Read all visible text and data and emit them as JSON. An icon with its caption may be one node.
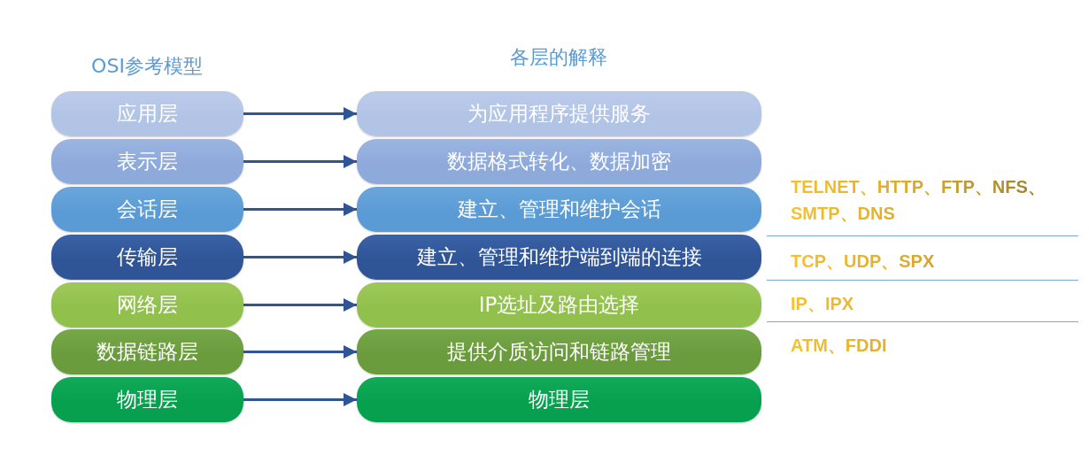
{
  "diagram": {
    "nodes": [
      {
        "text": [
          "应用层"
        ]
      },
      {
        "text": [
          "为应用程序提供服务"
        ]
      },
      {
        "text": [
          "表示层"
        ]
      },
      {
        "text": [
          "数据格式转化、数据加密"
        ]
      },
      {
        "text": [
          "会话层"
        ]
      },
      {
        "text": [
          "建立、管理和维护会话"
        ]
      },
      {
        "text": [
          "传输层"
        ]
      },
      {
        "text": [
          "建立、管理和维护端到端的连接"
        ]
      },
      {
        "text": [
          "网络层"
        ]
      },
      {
        "text": [
          "IP选址及路由选择"
        ]
      },
      {
        "text": [
          "数据链路层"
        ]
      },
      {
        "text": [
          "提供介质访问和链路管理"
        ]
      },
      {
        "text": [
          "物理层"
        ]
      },
      {
        "text": [
          "物理层"
        ]
      }
    ],
    "edges": [
      {
        "from": 0,
        "to": 1,
        "arrow": "to"
      },
      {
        "from": 2,
        "to": 3,
        "arrow": "to"
      },
      {
        "from": 4,
        "to": 5,
        "arrow": "to"
      },
      {
        "from": 6,
        "to": 7,
        "arrow": "to"
      },
      {
        "from": 8,
        "to": 9,
        "arrow": "to"
      },
      {
        "from": 10,
        "to": 11,
        "arrow": "to"
      },
      {
        "from": 12,
        "to": 13,
        "arrow": "to"
      }
    ],
    "labels": [
      "OSI参考模型",
      "各层的解释",
      "TELNET、HTTP、FTP、NFS、SMTP、DNS",
      "TCP、UDP、SPX",
      "IP、IPX",
      "ATM、FDDI"
    ]
  }
}
